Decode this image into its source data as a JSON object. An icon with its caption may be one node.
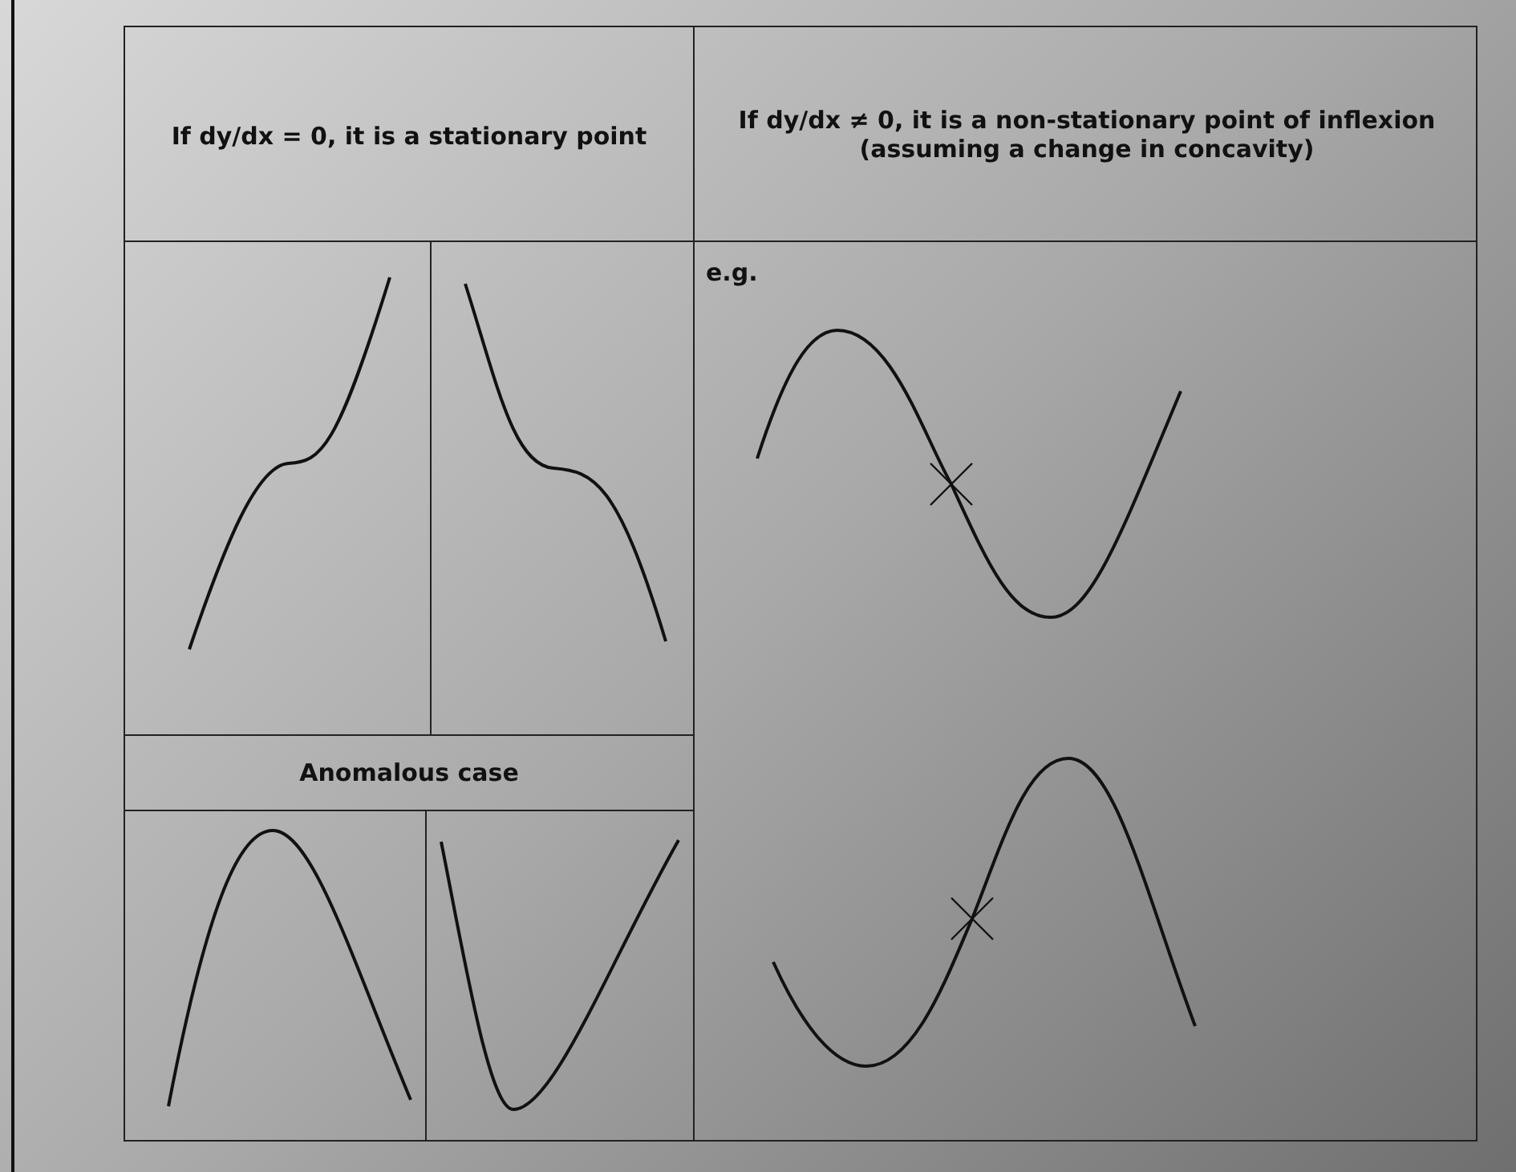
{
  "diagram": {
    "labels": [
      "If dy/dx = 0, it is a stationary point",
      "If dy/dx ≠ 0, it is a non-stationary point of inflexion (assuming a change in concavity)",
      "e.g.",
      "Anomalous case"
    ]
  }
}
